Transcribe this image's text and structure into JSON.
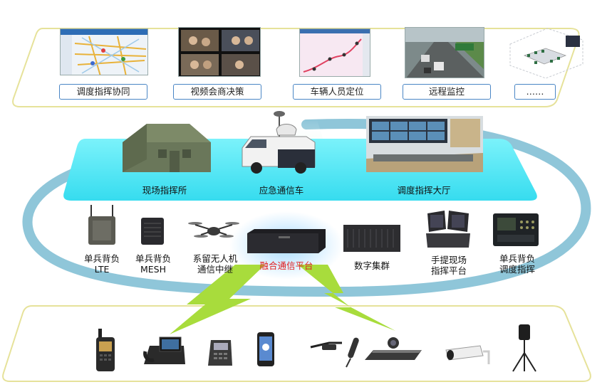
{
  "applications": [
    {
      "label": "调度指挥协同",
      "icon": "map-screenshot"
    },
    {
      "label": "视频会商决策",
      "icon": "video-wall"
    },
    {
      "label": "车辆人员定位",
      "icon": "tracking-map"
    },
    {
      "label": "远程监控",
      "icon": "highway-camera"
    },
    {
      "label": "……",
      "icon": "room-3d-model"
    }
  ],
  "command_sites": [
    {
      "label": "现场指挥所",
      "icon": "tent"
    },
    {
      "label": "应急通信车",
      "icon": "communication-vehicle"
    },
    {
      "label": "调度指挥大厅",
      "icon": "control-room"
    }
  ],
  "equipment": [
    {
      "line1": "单兵背负",
      "line2": "LTE",
      "icon": "lte-backpack"
    },
    {
      "line1": "单兵背负",
      "line2": "MESH",
      "icon": "mesh-backpack"
    },
    {
      "line1": "系留无人机",
      "line2": "通信中继",
      "icon": "drone"
    },
    {
      "line1": "融合通信平台",
      "line2": "",
      "icon": "rack-server",
      "highlight_color": "#e02020"
    },
    {
      "line1": "数字集群",
      "line2": "",
      "icon": "trunking-server"
    },
    {
      "line1": "手提现场",
      "line2": "指挥平台",
      "icon": "portable-console"
    },
    {
      "line1": "单兵背负",
      "line2": "调度指挥",
      "icon": "dispatch-case"
    }
  ],
  "terminals": [
    {
      "icon": "walkie-talkie"
    },
    {
      "icon": "video-phone"
    },
    {
      "icon": "ip-phone"
    },
    {
      "icon": "smartphone"
    },
    {
      "icon": "smart-glasses"
    },
    {
      "icon": "video-conference-terminal"
    },
    {
      "icon": "bullet-camera"
    },
    {
      "icon": "tripod-camera"
    }
  ],
  "colors": {
    "loop_arrow": "#8fc6d9",
    "cyan_panel": "#3fe0f2",
    "lightning": "#a8dc3c",
    "panel_border": "#e6e29a"
  }
}
